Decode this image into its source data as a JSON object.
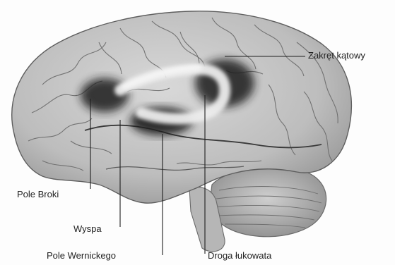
{
  "labels": {
    "angular_gyrus": "Zakręt kątowy",
    "broca_area": "Pole Broki",
    "insula": "Wyspa",
    "wernicke_area": "Pole Wernickego",
    "arcuate_fasciculus": "Droga łukowata"
  },
  "colors": {
    "brain_fill": "#c9c9c9",
    "sulcus": "#5a5a5a",
    "highlight_dark": "#1c1c1c",
    "pathway": "#e8e8e8"
  }
}
